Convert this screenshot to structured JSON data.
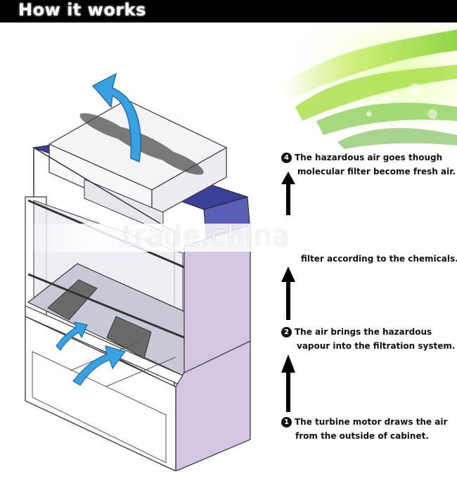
{
  "header": {
    "title": "How it works"
  },
  "watermark": {
    "text": "trade.china"
  },
  "steps": [
    {
      "number": "4",
      "line1": "The hazardous air goes though",
      "line2": "molecular filter become fresh air."
    },
    {
      "number": "",
      "line1": "filter according to the chemicals."
    },
    {
      "number": "2",
      "line1": "The air brings the hazardous",
      "line2": "vapour into the filtration system."
    },
    {
      "number": "1",
      "line1": "The turbine motor draws the air",
      "line2": "from the outside of cabinet."
    }
  ],
  "colors": {
    "arrow_blue": "#3aa0e0",
    "cabinet_side": "#d3c6e4",
    "cabinet_top": "#40409a",
    "header_bg": "#000000"
  }
}
